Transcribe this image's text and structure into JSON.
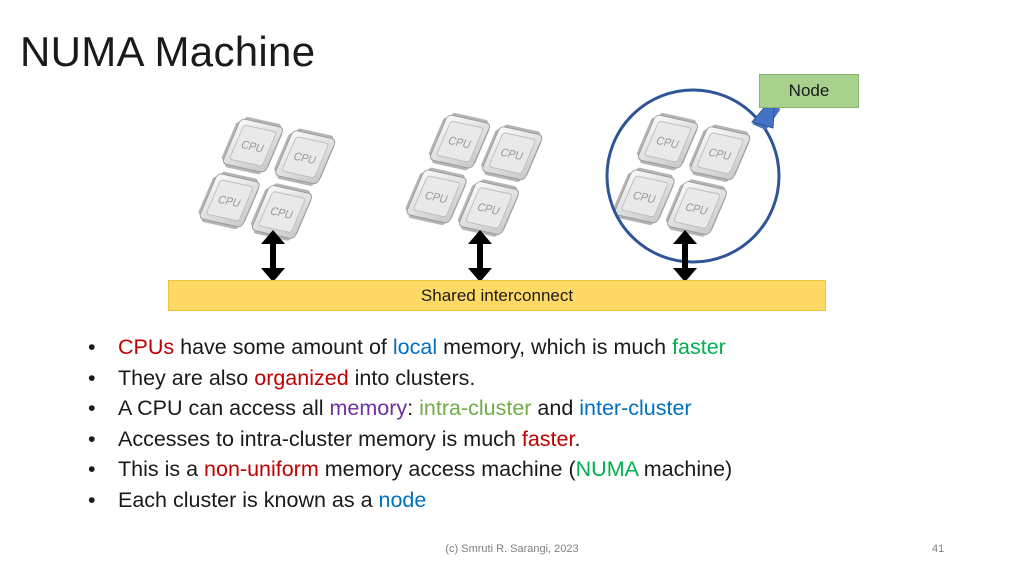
{
  "slide": {
    "title": "NUMA Machine",
    "node_label": "Node",
    "interconnect_label": "Shared interconnect",
    "chip_label": "CPU",
    "bullets": [
      [
        {
          "text": "CPUs",
          "color": "red"
        },
        {
          "text": " have some amount of "
        },
        {
          "text": "local",
          "color": "blue"
        },
        {
          "text": " memory, which is much "
        },
        {
          "text": "faster",
          "color": "green"
        }
      ],
      [
        {
          "text": "They are also "
        },
        {
          "text": "organized",
          "color": "red"
        },
        {
          "text": " into clusters."
        }
      ],
      [
        {
          "text": "A CPU can access all "
        },
        {
          "text": "memory",
          "color": "purple"
        },
        {
          "text": ": "
        },
        {
          "text": "intra-cluster",
          "color": "lgreen"
        },
        {
          "text": " and "
        },
        {
          "text": "inter-cluster",
          "color": "blue"
        }
      ],
      [
        {
          "text": "Accesses to intra-cluster memory is much "
        },
        {
          "text": "faster",
          "color": "red"
        },
        {
          "text": "."
        }
      ],
      [
        {
          "text": "This is a "
        },
        {
          "text": "non-uniform",
          "color": "red"
        },
        {
          "text": " memory access machine ("
        },
        {
          "text": "NUMA",
          "color": "green"
        },
        {
          "text": " machine)"
        }
      ],
      [
        {
          "text": "Each cluster is known as a "
        },
        {
          "text": "node",
          "color": "blue"
        }
      ]
    ],
    "footer": "(c) Smruti R. Sarangi, 2023",
    "page_number": "41",
    "colors": {
      "red": "#c00000",
      "blue": "#0070c0",
      "green": "#00b050",
      "purple": "#7030a0",
      "lgreen": "#70ad47",
      "node_box": "#a9d18e",
      "interconnect": "#ffd966",
      "node_circle": "#2f5597",
      "callout_arrow": "#4472c4"
    }
  }
}
